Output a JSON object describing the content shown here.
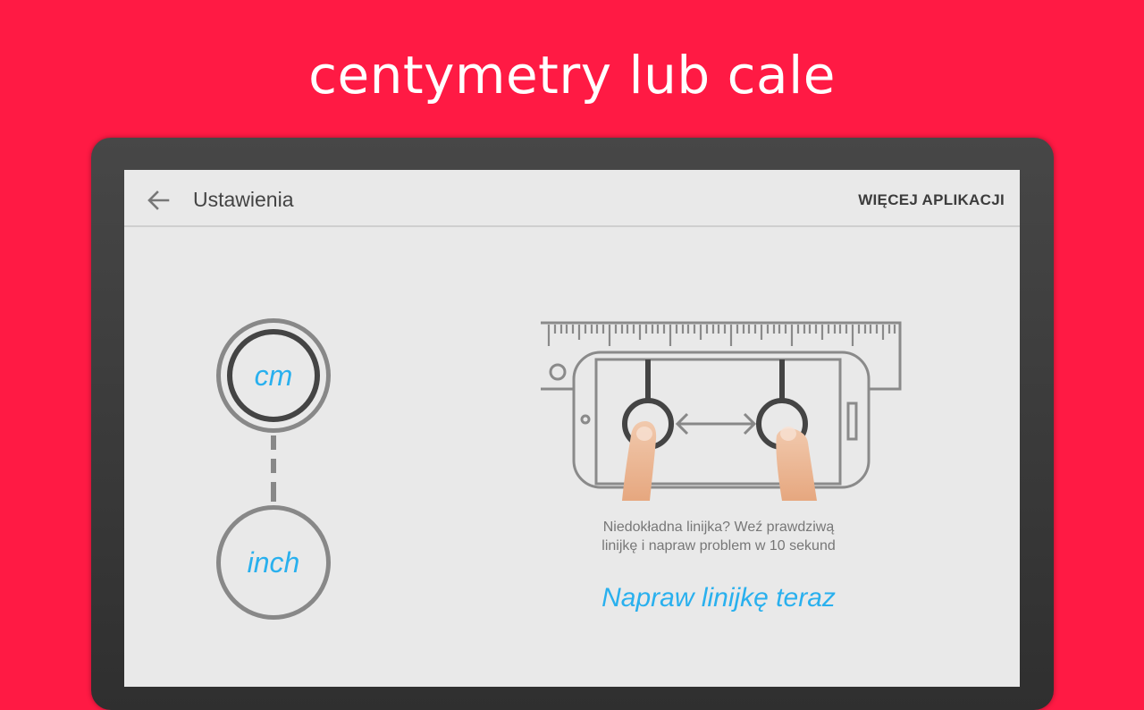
{
  "headline": "centymetry lub cale",
  "colors": {
    "background": "#ff1a44",
    "accent": "#29b0ee",
    "frame": "#404040",
    "screen": "#e9e9e9"
  },
  "toolbar": {
    "back_icon": "arrow-left-icon",
    "title": "Ustawienia",
    "more_apps_label": "WIĘCEJ APLIKACJI"
  },
  "units": {
    "options": [
      {
        "label": "cm",
        "selected": true
      },
      {
        "label": "inch",
        "selected": false
      }
    ]
  },
  "calibration": {
    "illustration": "ruler-phone-pinch-illustration",
    "description_line1": "Niedokładna linijka? Weź prawdziwą",
    "description_line2": "linijkę i napraw problem w 10 sekund",
    "action_label": "Napraw linijkę teraz"
  }
}
